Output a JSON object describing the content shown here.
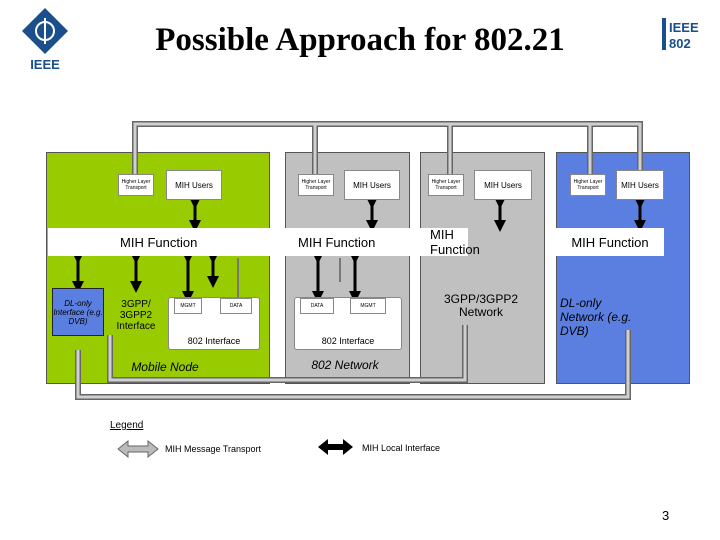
{
  "slide": {
    "title": "Possible Approach for 802.21",
    "page_number": "3"
  },
  "logos": {
    "ieee_text": "IEEE",
    "ieee802_text": "IEEE 802"
  },
  "mobile_node": {
    "higher_layer": "Higher Layer Transport",
    "mih_users": "MIH Users",
    "mih_function": "MIH Function",
    "dl_only": "DL-only Interface (e.g. DVB)",
    "threegpp": "3GPP/ 3GPP2 Interface",
    "mgmt": "MGMT",
    "data": "DATA",
    "iface_802": "802 Interface",
    "label": "Mobile Node"
  },
  "network_802": {
    "higher_layer": "Higher Layer Transport",
    "mih_users": "MIH Users",
    "mih_function": "MIH Function",
    "data": "DATA",
    "mgmt": "MGMT",
    "iface_802": "802 Interface",
    "label": "802 Network"
  },
  "network_3gpp": {
    "higher_layer": "Higher Layer Transport",
    "mih_users": "MIH Users",
    "mih_function": "MIH Function",
    "label": "3GPP/3GPP2 Network"
  },
  "network_dvb": {
    "higher_layer": "Higher Layer Transport",
    "mih_users": "MIH Users",
    "mih_function": "MIH Function",
    "label": "DL-only Network (e.g. DVB)"
  },
  "legend": {
    "title": "Legend",
    "message_transport": "MIH Message Transport",
    "local_interface": "MIH Local Interface"
  },
  "colors": {
    "mobile_node": "#99cc00",
    "network_grey": "#c0c0c0",
    "dvb_blue": "#5b7fe0",
    "ieee_blue": "#1a4f8b"
  }
}
